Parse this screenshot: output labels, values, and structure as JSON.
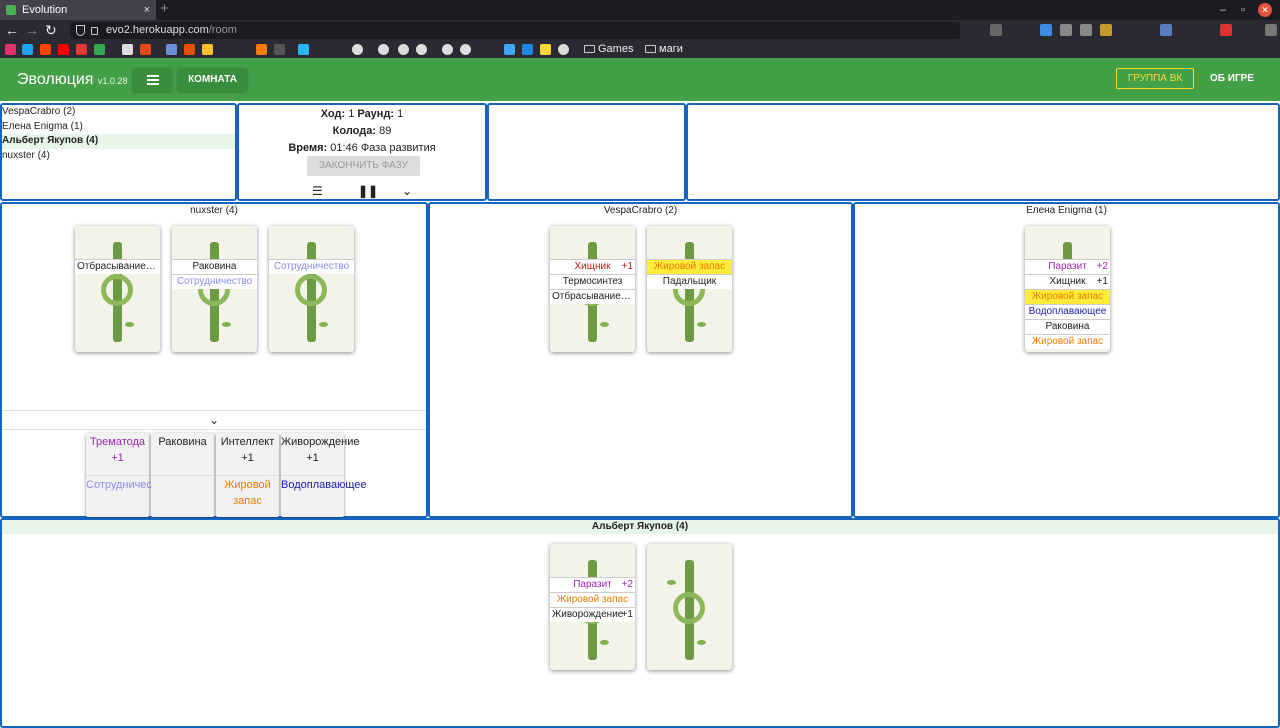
{
  "browser": {
    "tab_title": "Evolution",
    "tab_close": "×",
    "new_tab": "+",
    "url_host": "evo2.herokuapp.com",
    "url_path": "/room",
    "window_buttons": [
      "–",
      "▫",
      "✕"
    ],
    "nav_icons": [
      "back-icon",
      "forward-icon",
      "reload-icon"
    ],
    "bookmark_folders": [
      "Games",
      "маги"
    ]
  },
  "app": {
    "title": "Эволюция",
    "version": "v1.0.28",
    "room_button": "КОМНАТА",
    "vk_button": "ГРУППА ВК",
    "about_button": "ОБ ИГРЕ",
    "accent_color": "#43a047",
    "border_color": "#1565c0"
  },
  "players": [
    {
      "name": "VespaCrabro",
      "count": "(2)"
    },
    {
      "name": "Елена Enigma",
      "count": "(1)"
    },
    {
      "name": "Альберт Якупов",
      "count": "(4)"
    },
    {
      "name": "nuxster",
      "count": "(4)"
    }
  ],
  "game": {
    "turn_label": "Ход:",
    "turn": "1",
    "round_label": "Раунд:",
    "round": "1",
    "deck_label": "Колода:",
    "deck": "89",
    "time_label": "Время:",
    "time": "01:46",
    "phase": "Фаза развития",
    "end_phase_button": "ЗАКОНЧИТЬ ФАЗУ",
    "dots": "..."
  },
  "zones": {
    "nuxster": {
      "title": "nuxster  (4)",
      "animals": [
        {
          "traits": [
            {
              "name": "Отбрасывание хвоста",
              "n": ""
            }
          ]
        },
        {
          "traits": [
            {
              "name": "Раковина",
              "n": ""
            },
            {
              "name": "Сотрудничество",
              "n": ""
            }
          ]
        },
        {
          "traits": [
            {
              "name": "Сотрудничество",
              "n": ""
            }
          ]
        }
      ],
      "hand": [
        {
          "top": "Трематода +1",
          "bottom": "Сотрудничество"
        },
        {
          "top": "Раковина",
          "bottom": ""
        },
        {
          "top": "Интеллект +1",
          "bottom": "Жировой запас"
        },
        {
          "top": "Живорождение +1",
          "bottom": "Водоплавающее"
        }
      ]
    },
    "vespa": {
      "title": "VespaCrabro  (2)",
      "animals": [
        {
          "traits": [
            {
              "name": "Хищник",
              "n": "+1"
            },
            {
              "name": "Термосинтез",
              "n": ""
            },
            {
              "name": "Отбрасывание хвоста",
              "n": ""
            }
          ]
        },
        {
          "traits": [
            {
              "name": "Жировой запас",
              "n": ""
            },
            {
              "name": "Падальщик",
              "n": ""
            }
          ]
        }
      ]
    },
    "elena": {
      "title": "Елена Enigma  (1)",
      "animals": [
        {
          "traits": [
            {
              "name": "Паразит",
              "n": "+2"
            },
            {
              "name": "Хищник",
              "n": "+1"
            },
            {
              "name": "Жировой запас",
              "n": ""
            },
            {
              "name": "Водоплавающее",
              "n": ""
            },
            {
              "name": "Раковина",
              "n": ""
            },
            {
              "name": "Жировой запас",
              "n": ""
            }
          ]
        }
      ]
    },
    "albert": {
      "title": "Альберт Якупов  (4)",
      "animals": [
        {
          "traits": [
            {
              "name": "Паразит",
              "n": "+2"
            },
            {
              "name": "Жировой запас",
              "n": ""
            },
            {
              "name": "Живорождение",
              "n": "+1"
            }
          ]
        },
        {
          "traits": []
        }
      ]
    }
  }
}
